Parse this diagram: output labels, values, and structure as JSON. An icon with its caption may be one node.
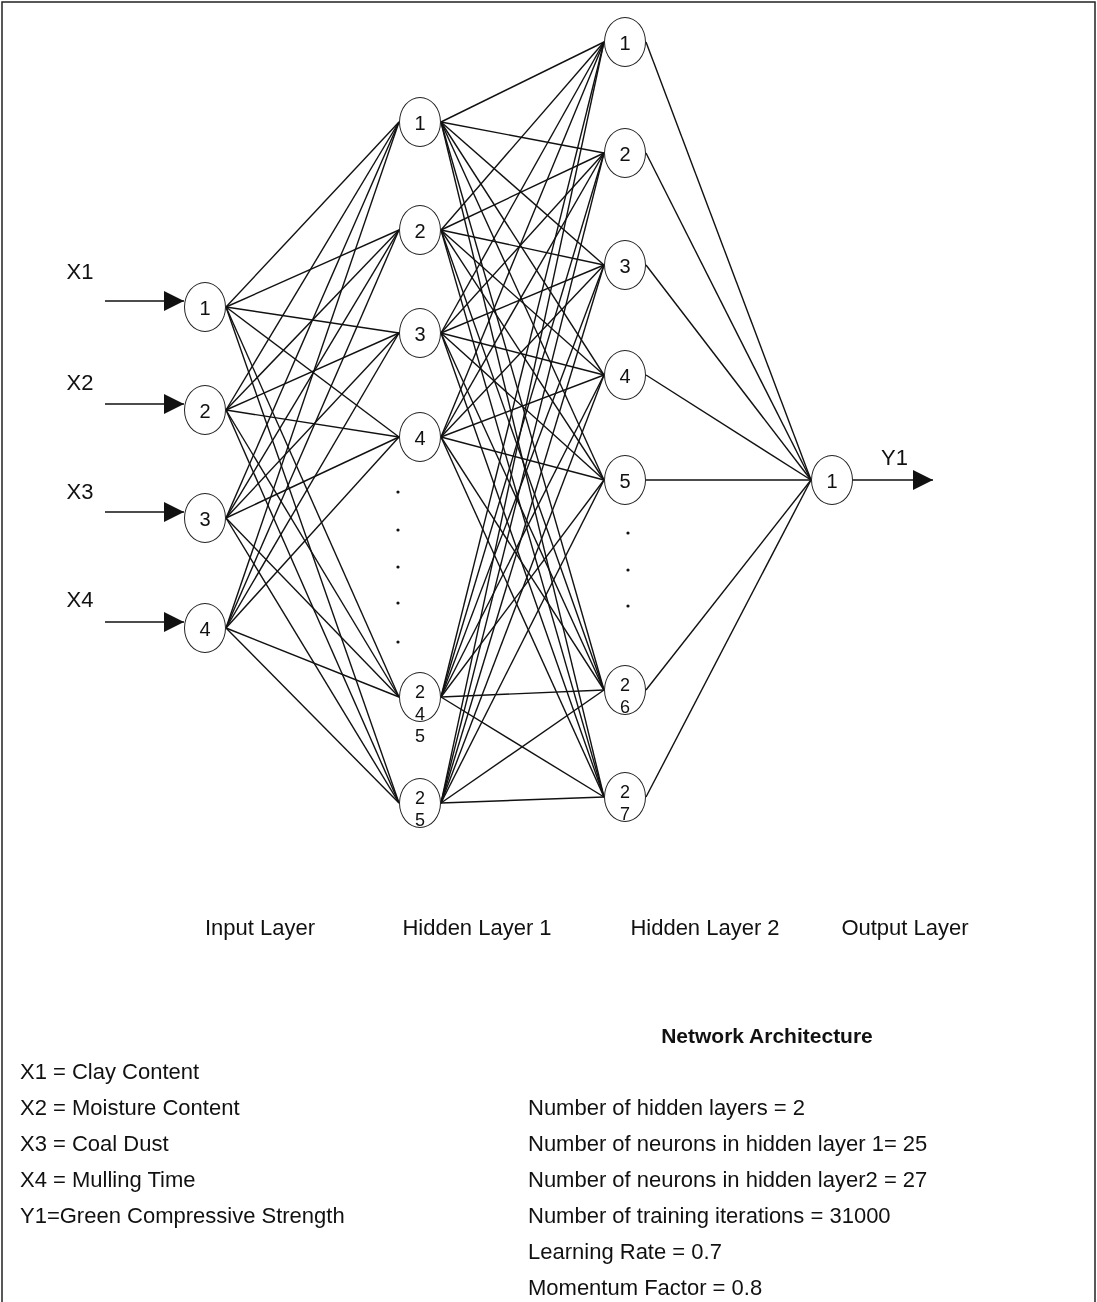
{
  "diagram": {
    "nodes": [
      {
        "text": [
          "X1"
        ]
      },
      {
        "text": [
          "X2"
        ]
      },
      {
        "text": [
          "X3"
        ]
      },
      {
        "text": [
          "X4"
        ]
      },
      {
        "text": [
          "1"
        ]
      },
      {
        "text": [
          "2"
        ]
      },
      {
        "text": [
          "3"
        ]
      },
      {
        "text": [
          "4"
        ]
      },
      {
        "text": [
          "1"
        ]
      },
      {
        "text": [
          "2"
        ]
      },
      {
        "text": [
          "3"
        ]
      },
      {
        "text": [
          "4"
        ]
      },
      {
        "text": [
          "245"
        ]
      },
      {
        "text": [
          "25"
        ]
      },
      {
        "text": [
          "1"
        ]
      },
      {
        "text": [
          "2"
        ]
      },
      {
        "text": [
          "3"
        ]
      },
      {
        "text": [
          "4"
        ]
      },
      {
        "text": [
          "5"
        ]
      },
      {
        "text": [
          "26"
        ]
      },
      {
        "text": [
          "27"
        ]
      },
      {
        "text": [
          "1"
        ]
      }
    ],
    "edges": [
      {
        "from": 0,
        "to": 4,
        "arrow": "to"
      },
      {
        "from": 1,
        "to": 5,
        "arrow": "to"
      },
      {
        "from": 2,
        "to": 6,
        "arrow": "to"
      },
      {
        "from": 3,
        "to": 7,
        "arrow": "to"
      },
      {
        "from": 4,
        "to": 8,
        "arrow": "none"
      },
      {
        "from": 4,
        "to": 9,
        "arrow": "none"
      },
      {
        "from": 4,
        "to": 10,
        "arrow": "none"
      },
      {
        "from": 4,
        "to": 11,
        "arrow": "none"
      },
      {
        "from": 4,
        "to": 12,
        "arrow": "none"
      },
      {
        "from": 4,
        "to": 13,
        "arrow": "none"
      },
      {
        "from": 5,
        "to": 8,
        "arrow": "none"
      },
      {
        "from": 5,
        "to": 9,
        "arrow": "none"
      },
      {
        "from": 5,
        "to": 10,
        "arrow": "none"
      },
      {
        "from": 5,
        "to": 11,
        "arrow": "none"
      },
      {
        "from": 5,
        "to": 12,
        "arrow": "none"
      },
      {
        "from": 5,
        "to": 13,
        "arrow": "none"
      },
      {
        "from": 6,
        "to": 8,
        "arrow": "none"
      },
      {
        "from": 6,
        "to": 9,
        "arrow": "none"
      },
      {
        "from": 6,
        "to": 10,
        "arrow": "none"
      },
      {
        "from": 6,
        "to": 11,
        "arrow": "none"
      },
      {
        "from": 6,
        "to": 12,
        "arrow": "none"
      },
      {
        "from": 6,
        "to": 13,
        "arrow": "none"
      },
      {
        "from": 7,
        "to": 8,
        "arrow": "none"
      },
      {
        "from": 7,
        "to": 9,
        "arrow": "none"
      },
      {
        "from": 7,
        "to": 10,
        "arrow": "none"
      },
      {
        "from": 7,
        "to": 11,
        "arrow": "none"
      },
      {
        "from": 7,
        "to": 12,
        "arrow": "none"
      },
      {
        "from": 7,
        "to": 13,
        "arrow": "none"
      },
      {
        "from": 8,
        "to": 14,
        "arrow": "none"
      },
      {
        "from": 8,
        "to": 15,
        "arrow": "none"
      },
      {
        "from": 8,
        "to": 16,
        "arrow": "none"
      },
      {
        "from": 8,
        "to": 17,
        "arrow": "none"
      },
      {
        "from": 8,
        "to": 18,
        "arrow": "none"
      },
      {
        "from": 8,
        "to": 19,
        "arrow": "none"
      },
      {
        "from": 8,
        "to": 20,
        "arrow": "none"
      },
      {
        "from": 9,
        "to": 14,
        "arrow": "none"
      },
      {
        "from": 9,
        "to": 15,
        "arrow": "none"
      },
      {
        "from": 9,
        "to": 16,
        "arrow": "none"
      },
      {
        "from": 9,
        "to": 17,
        "arrow": "none"
      },
      {
        "from": 9,
        "to": 18,
        "arrow": "none"
      },
      {
        "from": 9,
        "to": 19,
        "arrow": "none"
      },
      {
        "from": 9,
        "to": 20,
        "arrow": "none"
      },
      {
        "from": 10,
        "to": 14,
        "arrow": "none"
      },
      {
        "from": 10,
        "to": 15,
        "arrow": "none"
      },
      {
        "from": 10,
        "to": 16,
        "arrow": "none"
      },
      {
        "from": 10,
        "to": 17,
        "arrow": "none"
      },
      {
        "from": 10,
        "to": 18,
        "arrow": "none"
      },
      {
        "from": 10,
        "to": 19,
        "arrow": "none"
      },
      {
        "from": 10,
        "to": 20,
        "arrow": "none"
      },
      {
        "from": 11,
        "to": 14,
        "arrow": "none"
      },
      {
        "from": 11,
        "to": 15,
        "arrow": "none"
      },
      {
        "from": 11,
        "to": 16,
        "arrow": "none"
      },
      {
        "from": 11,
        "to": 17,
        "arrow": "none"
      },
      {
        "from": 11,
        "to": 18,
        "arrow": "none"
      },
      {
        "from": 11,
        "to": 19,
        "arrow": "none"
      },
      {
        "from": 11,
        "to": 20,
        "arrow": "none"
      },
      {
        "from": 12,
        "to": 14,
        "arrow": "none"
      },
      {
        "from": 12,
        "to": 15,
        "arrow": "none"
      },
      {
        "from": 12,
        "to": 16,
        "arrow": "none"
      },
      {
        "from": 12,
        "to": 17,
        "arrow": "none"
      },
      {
        "from": 12,
        "to": 18,
        "arrow": "none"
      },
      {
        "from": 12,
        "to": 19,
        "arrow": "none"
      },
      {
        "from": 12,
        "to": 20,
        "arrow": "none"
      },
      {
        "from": 13,
        "to": 14,
        "arrow": "none"
      },
      {
        "from": 13,
        "to": 15,
        "arrow": "none"
      },
      {
        "from": 13,
        "to": 16,
        "arrow": "none"
      },
      {
        "from": 13,
        "to": 17,
        "arrow": "none"
      },
      {
        "from": 13,
        "to": 18,
        "arrow": "none"
      },
      {
        "from": 13,
        "to": 19,
        "arrow": "none"
      },
      {
        "from": 13,
        "to": 20,
        "arrow": "none"
      },
      {
        "from": 14,
        "to": 21,
        "arrow": "none"
      },
      {
        "from": 15,
        "to": 21,
        "arrow": "none"
      },
      {
        "from": 16,
        "to": 21,
        "arrow": "none"
      },
      {
        "from": 17,
        "to": 21,
        "arrow": "none"
      },
      {
        "from": 18,
        "to": 21,
        "arrow": "none"
      },
      {
        "from": 19,
        "to": 21,
        "arrow": "none"
      },
      {
        "from": 20,
        "to": 21,
        "arrow": "none"
      },
      {
        "from": 21,
        "to": null,
        "arrow": "to",
        "label": "Y1"
      }
    ],
    "labels": [
      "Input Layer",
      "Hidden Layer 1",
      "Hidden Layer 2",
      "Output Layer",
      "Network Architecture",
      "X1 = Clay Content",
      "X2 = Moisture Content",
      "X3 = Coal Dust",
      "X4 = Mulling Time",
      "Y1=Green Compressive Strength",
      "Number of hidden layers = 2",
      "Number of neurons in hidden layer 1= 25",
      "Number of neurons in hidden layer2 = 27",
      "Number of training iterations = 31000",
      "Learning Rate = 0.7",
      "Momentum Factor = 0.8"
    ]
  }
}
